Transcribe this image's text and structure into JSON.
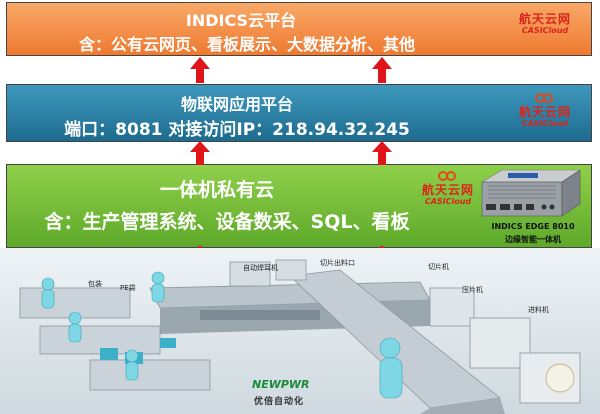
{
  "layers": {
    "top": {
      "title": "INDICS云平台",
      "subtitle": "含：公有云网页、看板展示、大数据分析、其他"
    },
    "middle": {
      "title": "物联网应用平台",
      "subtitle": "端口：8081  对接访问IP：218.94.32.245"
    },
    "bottom": {
      "title": "一体机私有云",
      "subtitle": "含：生产管理系统、设备数采、SQL、看板"
    }
  },
  "logo": {
    "cn": "航天云网",
    "en": "CASICloud"
  },
  "device": {
    "model": "INDICS EDGE 8010",
    "description": "边缘智能一体机"
  },
  "factory": {
    "labels": [
      "自动焊耳机",
      "切片出料口",
      "切片机",
      "包装",
      "PE袋",
      "压片机",
      "进料机"
    ],
    "brand": "NEWPWR",
    "brand_cn": "优倍自动化"
  },
  "colors": {
    "top_layer": "#ef7a30",
    "middle_layer": "#1d6c8f",
    "bottom_layer": "#6bb52e",
    "arrow": "#e0141b"
  }
}
